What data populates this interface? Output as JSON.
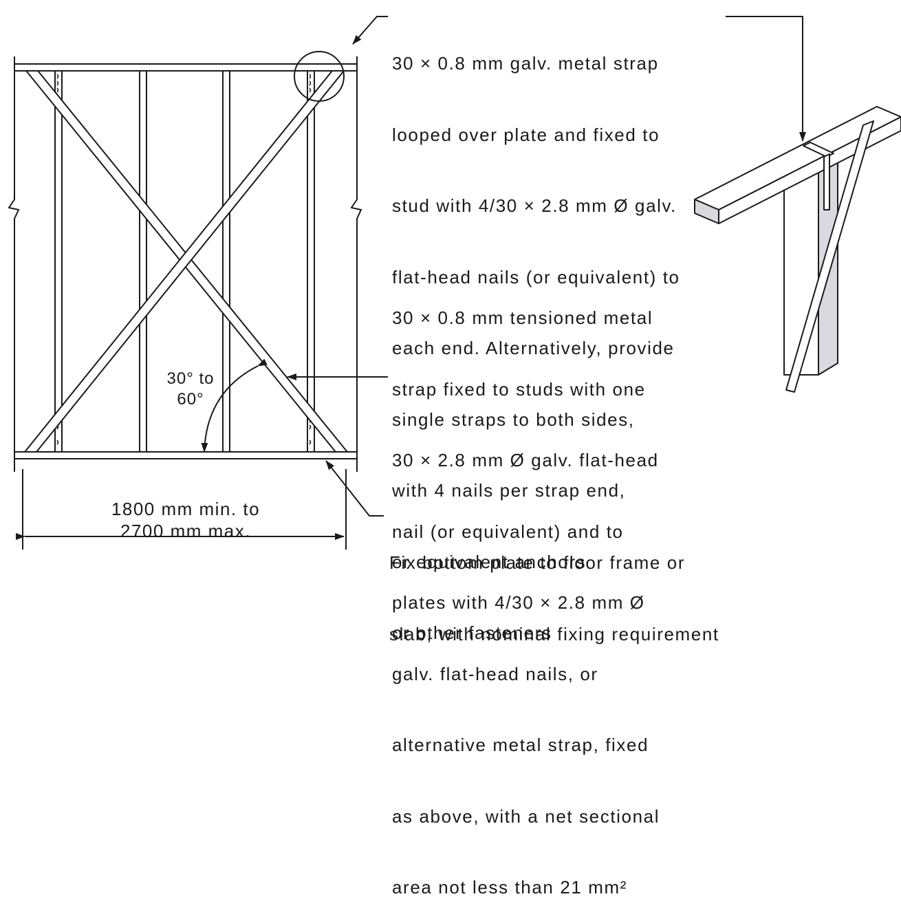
{
  "notes": {
    "top_strap": [
      "30 × 0.8 mm galv. metal strap",
      "looped over plate and fixed to",
      "stud with 4/30 × 2.8 mm Ø galv.",
      "flat-head nails (or equivalent) to",
      "each end. Alternatively, provide",
      "single straps to both sides,",
      "with 4 nails per strap end,",
      "or equivalent anchors",
      "or other fasteners"
    ],
    "tension_strap": [
      "30 × 0.8 mm tensioned metal",
      "strap fixed to studs with one",
      "30 × 2.8 mm Ø galv. flat-head",
      "nail (or equivalent) and to",
      "plates with 4/30 × 2.8 mm Ø",
      "galv. flat-head nails, or",
      "alternative metal strap, fixed",
      "as above, with a net sectional",
      "area not less than 21 mm²"
    ],
    "bottom_plate": [
      "Fix bottom plate to floor frame or",
      "slab, with nominal fixing requirement"
    ]
  },
  "angle_label": [
    "30° to",
    "60°"
  ],
  "dimension_label": [
    "1800 mm min. to",
    "2700 mm max."
  ],
  "colors": {
    "line": "#1a1a1a",
    "stud_fill": "#ffffff",
    "stud_shade": "#d9d9df",
    "background": "#ffffff"
  }
}
